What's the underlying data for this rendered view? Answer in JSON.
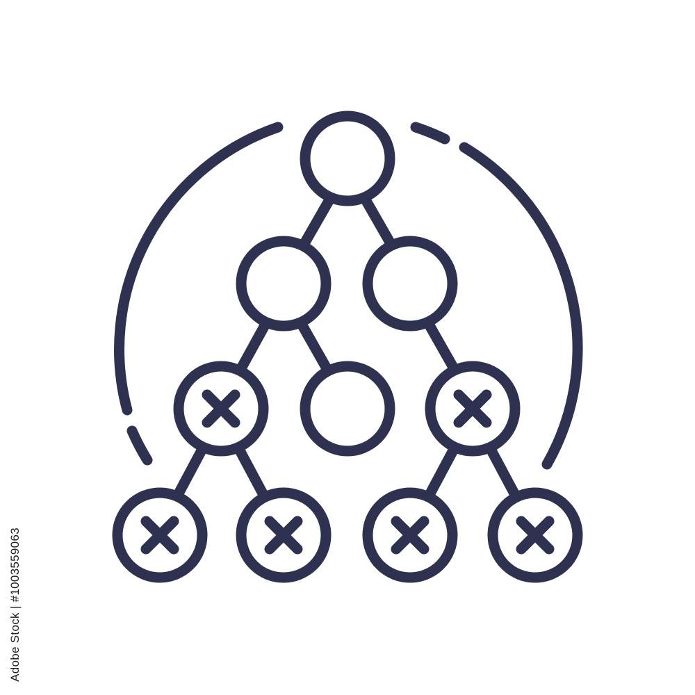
{
  "icon": {
    "name": "decision-tree-pruning-icon",
    "stroke_color": "#2f3150",
    "background": "#ffffff",
    "nodes": [
      {
        "id": "root",
        "state": "kept"
      },
      {
        "id": "left-child",
        "state": "kept"
      },
      {
        "id": "right-child",
        "state": "kept"
      },
      {
        "id": "left-left",
        "state": "pruned"
      },
      {
        "id": "left-right",
        "state": "kept"
      },
      {
        "id": "right-left",
        "state": "pruned"
      },
      {
        "id": "leaf-1",
        "state": "pruned"
      },
      {
        "id": "leaf-2",
        "state": "pruned"
      },
      {
        "id": "leaf-3",
        "state": "pruned"
      },
      {
        "id": "leaf-4",
        "state": "pruned"
      }
    ]
  },
  "watermark": {
    "vertical_text": "Adobe Stock | #1003559063"
  }
}
